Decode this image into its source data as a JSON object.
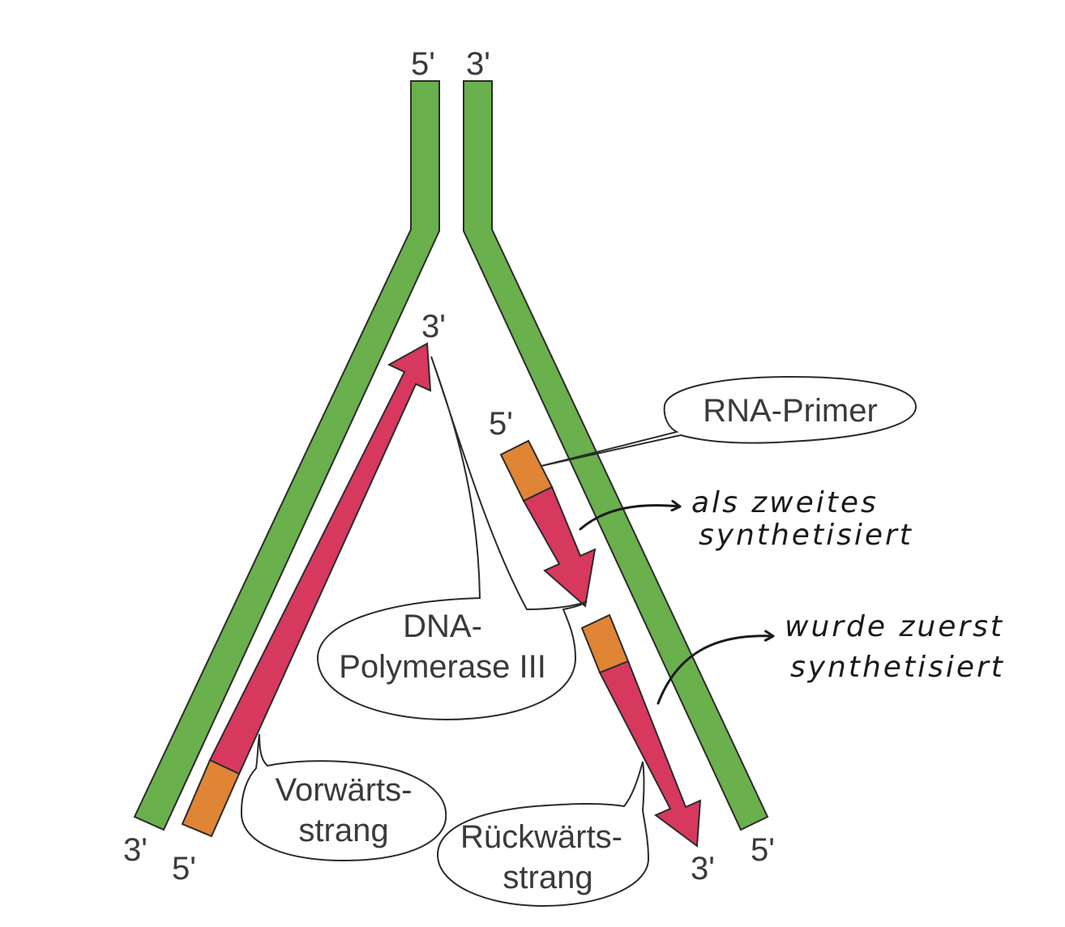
{
  "colors": {
    "template_strand": "#6ab04c",
    "new_strand": "#d7385e",
    "primer": "#e08535",
    "outline": "#2b2b2b"
  },
  "ends": {
    "top_left": "5'",
    "top_right": "3'",
    "leading_tip": "3'",
    "lagging_fragment_start": "5'",
    "bottom_left_template": "3'",
    "bottom_left_leading": "5'",
    "bottom_right_lagging": "3'",
    "bottom_right_template": "5'"
  },
  "callouts": {
    "rna_primer": "RNA-Primer",
    "polymerase_line1": "DNA-",
    "polymerase_line2": "Polymerase III",
    "leading_line1": "Vorwärts-",
    "leading_line2": "strang",
    "lagging_line1": "Rückwärts-",
    "lagging_line2": "strang"
  },
  "handwritten": {
    "second_line1": "als zweites",
    "second_line2": "synthetisiert",
    "first_line1": "wurde zuerst",
    "first_line2": "synthetisiert"
  }
}
